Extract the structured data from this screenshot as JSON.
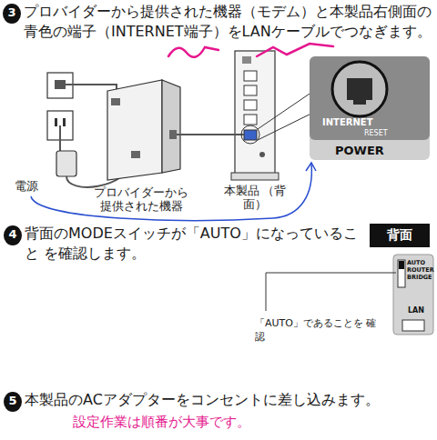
{
  "diagram": {
    "nodes": [
      {
        "text": [
          "3"
        ]
      },
      {
        "text": [
          "プロバイダーから 提供された機器"
        ]
      },
      {
        "text": [
          "本製品 （背面）"
        ]
      },
      {
        "text": [
          "INTERNET",
          "RESET",
          "POWER"
        ]
      },
      {
        "text": [
          "4"
        ]
      },
      {
        "text": [
          "背面"
        ]
      },
      {
        "text": [
          "AUTO ROUTER BRIDGE",
          "LAN"
        ]
      },
      {
        "text": [
          "5"
        ]
      }
    ],
    "edges": [
      {
        "from": 1,
        "to": 2,
        "arrow": "none"
      }
    ],
    "labels": [
      "プロバイダーから提供された機器（モデム）と本製品右側面の 青色の端子（INTERNET端子）をLANケーブルでつなぎます。",
      "電源",
      "背面のMODEスイッチが「AUTO」になっていること を確認します。",
      "「AUTO」であることを 確認",
      "本製品のACアダプターをコンセントに差し込みます。",
      "設定作業は順番が大事です。"
    ]
  }
}
